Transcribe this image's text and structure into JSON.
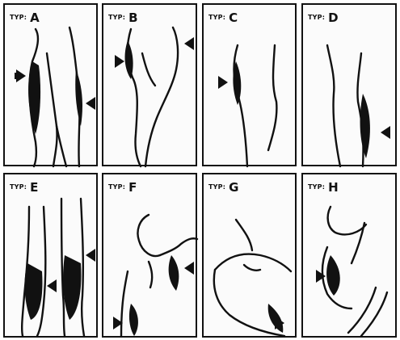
{
  "colors": {
    "ink": "#111111",
    "paper": "#ffffff"
  },
  "panels": [
    {
      "prefix": "TYP:",
      "letter": "A"
    },
    {
      "prefix": "TYP:",
      "letter": "B"
    },
    {
      "prefix": "TYP:",
      "letter": "C"
    },
    {
      "prefix": "TYP:",
      "letter": "D"
    },
    {
      "prefix": "TYP:",
      "letter": "E"
    },
    {
      "prefix": "TYP:",
      "letter": "F"
    },
    {
      "prefix": "TYP:",
      "letter": "G"
    },
    {
      "prefix": "TYP:",
      "letter": "H"
    }
  ]
}
